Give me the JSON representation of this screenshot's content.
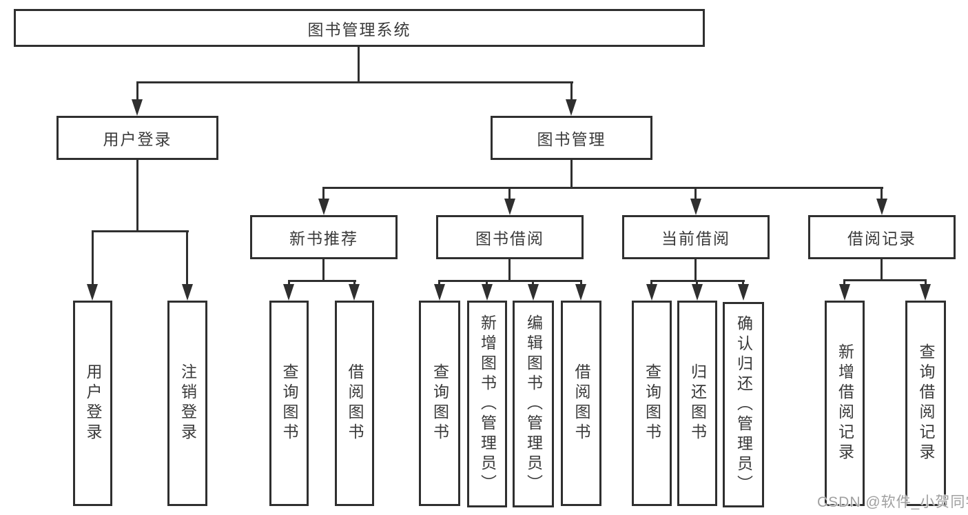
{
  "diagram": {
    "root": {
      "label": "图书管理系统"
    },
    "level2": [
      {
        "label": "用户登录",
        "children": [
          {
            "label": "用户登录"
          },
          {
            "label": "注销登录"
          }
        ]
      },
      {
        "label": "图书管理",
        "children": [
          {
            "label": "新书推荐",
            "children": [
              {
                "label": "查询图书"
              },
              {
                "label": "借阅图书"
              }
            ]
          },
          {
            "label": "图书借阅",
            "children": [
              {
                "label": "查询图书"
              },
              {
                "label": "新增图书（管理员）"
              },
              {
                "label": "编辑图书（管理员）"
              },
              {
                "label": "借阅图书"
              }
            ]
          },
          {
            "label": "当前借阅",
            "children": [
              {
                "label": "查询图书"
              },
              {
                "label": "归还图书"
              },
              {
                "label": "确认归还（管理员）"
              }
            ]
          },
          {
            "label": "借阅记录",
            "children": [
              {
                "label": "新增借阅记录"
              },
              {
                "label": "查询借阅记录"
              }
            ]
          }
        ]
      }
    ]
  },
  "watermark": {
    "text": "CSDN @软件_小贺同学"
  },
  "colors": {
    "line": "#2f2f2f",
    "text": "#3a3a3a",
    "background": "#ffffff",
    "watermark": "#a0a0a0"
  }
}
